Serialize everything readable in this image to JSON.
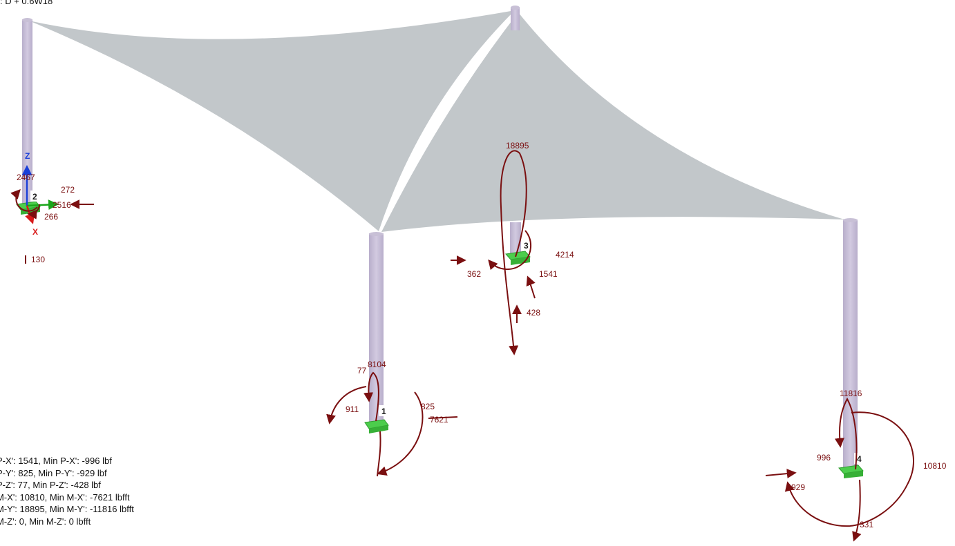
{
  "load_case": ": D + 0.6W18",
  "canopy": {
    "fill": "#c2c7ca",
    "column_fill": "#c8c0d6",
    "base_fill": "#4ccd4c"
  },
  "reaction_color": "#7a0f10",
  "nodes": [
    {
      "id": "1"
    },
    {
      "id": "2"
    },
    {
      "id": "3"
    },
    {
      "id": "4"
    }
  ],
  "axes": {
    "z": "Z",
    "x": "X"
  },
  "labels": {
    "n2_a": "2467",
    "n2_b": "272",
    "n2_c": "2516",
    "n2_d": "266",
    "n2_e": "130",
    "n3_a": "18895",
    "n3_b": "4214",
    "n3_c": "362",
    "n3_d": "1541",
    "n3_e": "428",
    "n1_a": "77",
    "n1_b": "8104",
    "n1_c": "911",
    "n1_d": "825",
    "n1_e": "7621",
    "n4_a": "11816",
    "n4_b": "996",
    "n4_c": "10810",
    "n4_d": "929",
    "n4_e": "331"
  },
  "summary": [
    "P-X': 1541, Min P-X': -996 lbf",
    "P-Y': 825, Min P-Y': -929 lbf",
    "P-Z': 77, Min P-Z': -428 lbf",
    "M-X': 10810, Min M-X': -7621 lbfft",
    "M-Y': 18895, Min M-Y': -11816 lbfft",
    "M-Z': 0, Min M-Z': 0 lbfft"
  ]
}
